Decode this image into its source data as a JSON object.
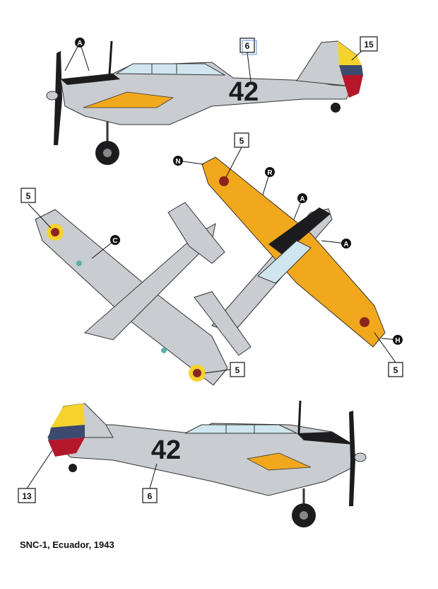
{
  "caption": "SNC-1, Ecuador, 1943",
  "code_number": "42",
  "colors": {
    "camo_grey": "#c9ccd0",
    "anti_glare_black": "#1c1c1e",
    "wing_yellow": "#f2a81d",
    "flag_yellow": "#f6d32c",
    "flag_blue": "#3b4a6e",
    "flag_red": "#b4172a",
    "canopy_glass": "#cfe6ee",
    "roundel_center": "#8b2520"
  },
  "callouts": {
    "top_profile": {
      "cowl_panel": "A",
      "antenna_mast": "6",
      "rudder_flag": "15"
    },
    "underside": {
      "wingtip_roundel": "5",
      "wing_panel": "C",
      "lower_roundel": "5"
    },
    "top_view": {
      "wing_roundel": "5",
      "wingtip": "N",
      "wing_root": "R",
      "anti_glare_left": "A",
      "anti_glare_right": "A",
      "right_wingtip": "H",
      "right_roundel": "5"
    },
    "bottom_profile": {
      "rudder_flag": "13",
      "code_number": "6"
    }
  }
}
